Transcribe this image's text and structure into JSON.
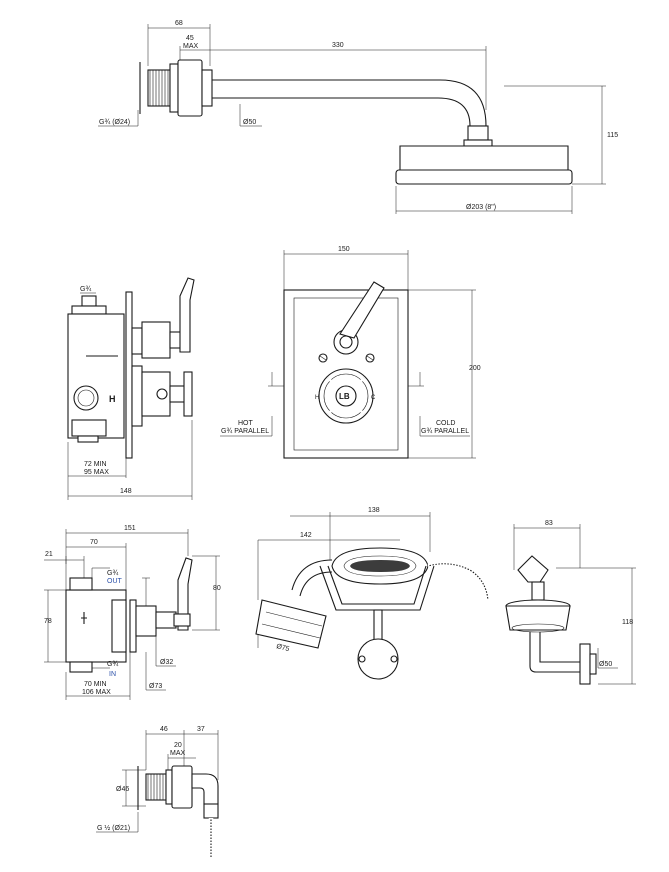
{
  "colors": {
    "ink": "#1a1a1a",
    "flow_label": "#2a4fa8",
    "background": "#ffffff"
  },
  "shower_arm": {
    "dim_68": "68",
    "dim_45": "45",
    "dim_max": "MAX",
    "dim_330": "330",
    "dim_115": "115",
    "thread_label": "G¾ (Ø24)",
    "dia_50": "Ø50",
    "head_dia": "Ø203 (8\")"
  },
  "valve_side": {
    "inlet_label": "G¾",
    "body_letter": "H",
    "depth_min": "72 MIN",
    "depth_max": "95 MAX",
    "width_148": "148"
  },
  "faceplate": {
    "width_150": "150",
    "height_200": "200",
    "hot_title": "HOT",
    "hot_thread": "G¾ PARALLEL",
    "cold_title": "COLD",
    "cold_thread": "G¾ PARALLEL",
    "hub_letters": "LB",
    "hot_letter": "H",
    "cold_letter": "C"
  },
  "diverter": {
    "dim_151": "151",
    "dim_70": "70",
    "dim_21": "21",
    "dim_78": "78",
    "dim_80": "80",
    "out_thread": "G¾",
    "out_label": "OUT",
    "in_thread": "G¾",
    "in_label": "IN",
    "depth_min": "70 MIN",
    "depth_max": "106 MAX",
    "dia_32": "Ø32",
    "dia_73": "Ø73"
  },
  "handshower": {
    "dim_142": "142",
    "dim_138": "138",
    "dia_75": "Ø75"
  },
  "cradle": {
    "dim_83": "83",
    "dim_118": "118",
    "dia_50": "Ø50"
  },
  "outlet": {
    "dim_46": "46",
    "dim_37": "37",
    "dim_20": "20",
    "dim_max": "MAX",
    "dia_46": "Ø46",
    "thread_label": "G ½ (Ø21)"
  }
}
